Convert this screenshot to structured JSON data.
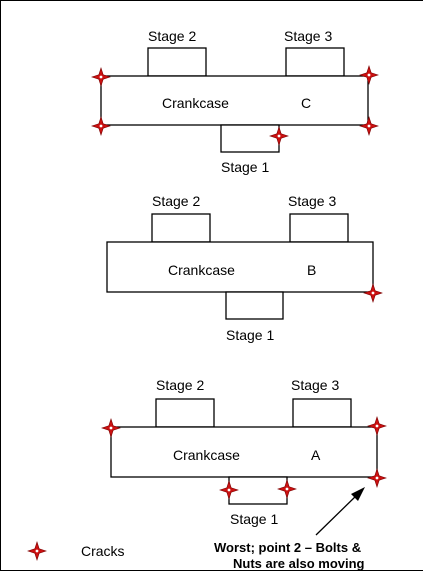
{
  "diagram": {
    "assembly_c": {
      "crankcase_label": "Crankcase",
      "letter": "C",
      "stage2_label": "Stage 2",
      "stage3_label": "Stage 3",
      "stage1_label": "Stage 1"
    },
    "assembly_b": {
      "crankcase_label": "Crankcase",
      "letter": "B",
      "stage2_label": "Stage 2",
      "stage3_label": "Stage 3",
      "stage1_label": "Stage 1"
    },
    "assembly_a": {
      "crankcase_label": "Crankcase",
      "letter": "A",
      "stage2_label": "Stage 2",
      "stage3_label": "Stage 3",
      "stage1_label": "Stage 1"
    },
    "legend": {
      "crack_label": "Cracks"
    },
    "annotation": {
      "line1": "Worst; point 2 – Bolts &",
      "line2": "Nuts are also moving"
    },
    "colors": {
      "crack_marker": "#cc1111",
      "outline": "#000000"
    }
  }
}
